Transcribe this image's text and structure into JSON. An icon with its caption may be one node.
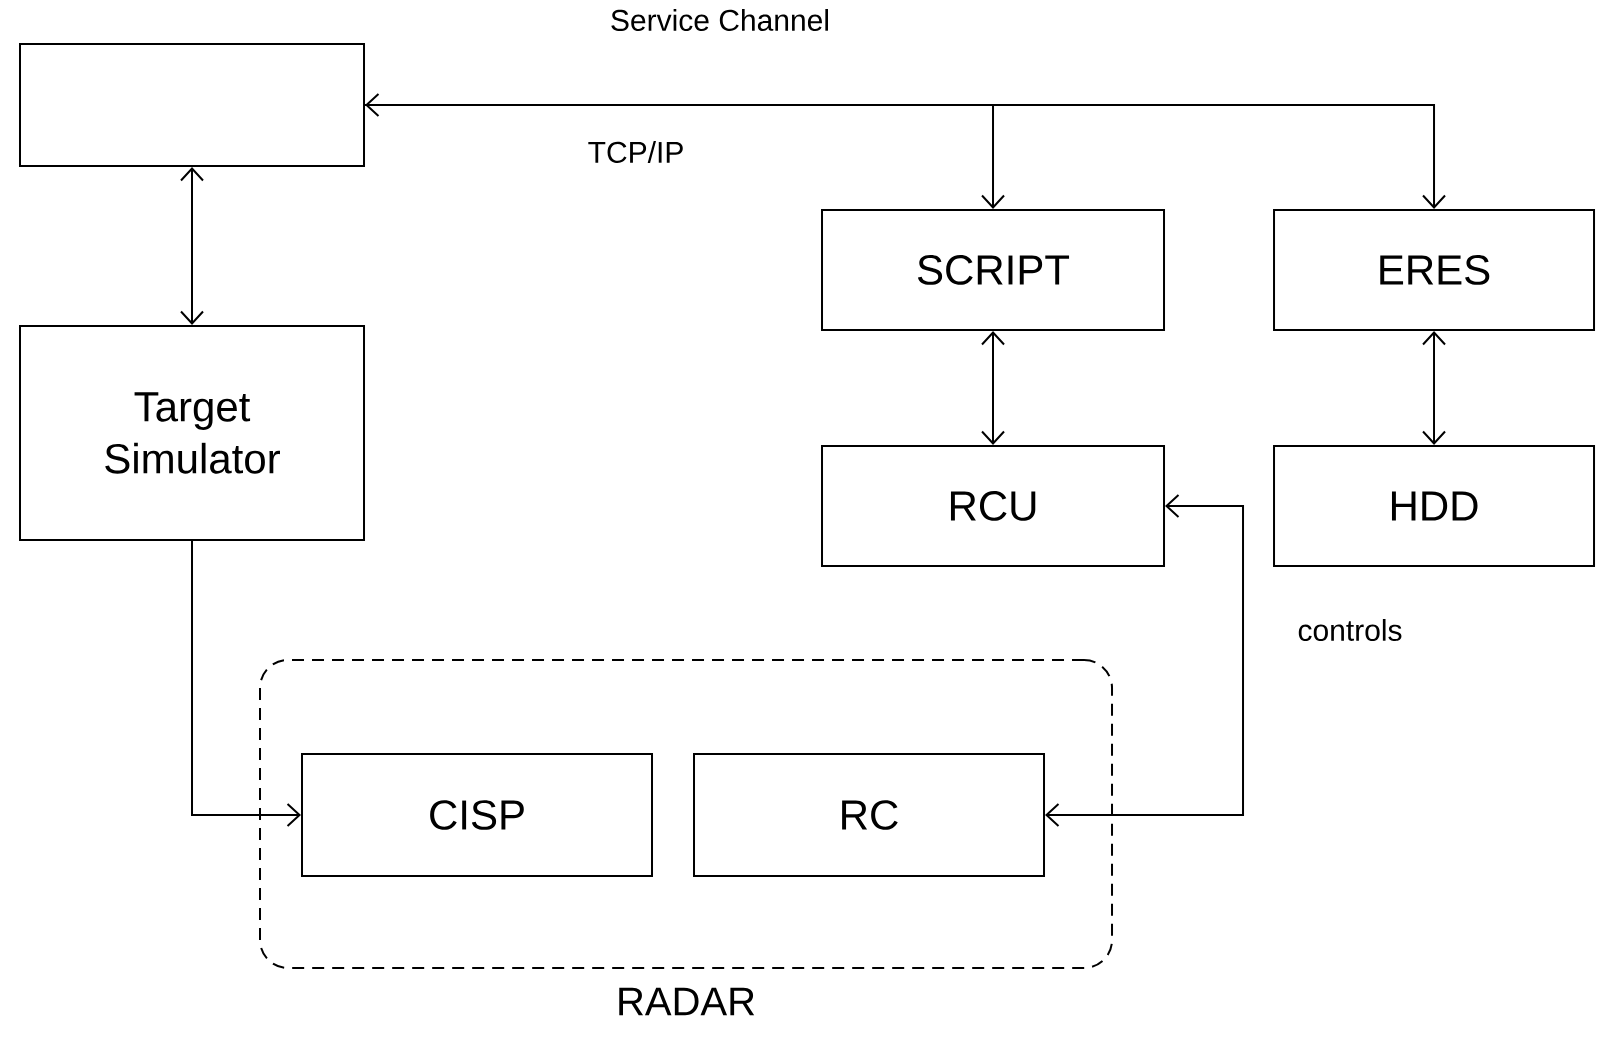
{
  "diagram": {
    "nodes": [
      {
        "text": [],
        "shape": "box"
      },
      {
        "text": [
          "Target Simulator"
        ]
      },
      {
        "text": [
          "SCRIPT"
        ]
      },
      {
        "text": [
          "ERES"
        ]
      },
      {
        "text": [
          "RCU"
        ]
      },
      {
        "text": [
          "HDD"
        ]
      },
      {
        "text": [
          "RADAR"
        ]
      },
      {
        "text": [
          "CISP"
        ],
        "in": 6
      },
      {
        "text": [
          "RC"
        ],
        "in": 6
      }
    ],
    "edges": [
      {
        "from": 0,
        "to": 2,
        "arrow": "both"
      },
      {
        "from": 0,
        "to": 3,
        "arrow": "to"
      },
      {
        "from": 0,
        "to": 1,
        "arrow": "both"
      },
      {
        "from": 2,
        "to": 4,
        "arrow": "both"
      },
      {
        "from": 3,
        "to": 5,
        "arrow": "both"
      },
      {
        "from": 1,
        "to": 7,
        "arrow": "to"
      },
      {
        "from": 8,
        "to": 4,
        "arrow": "both",
        "label": "controls"
      }
    ],
    "labels": [
      "Service Channel",
      "TCP/IP"
    ]
  }
}
